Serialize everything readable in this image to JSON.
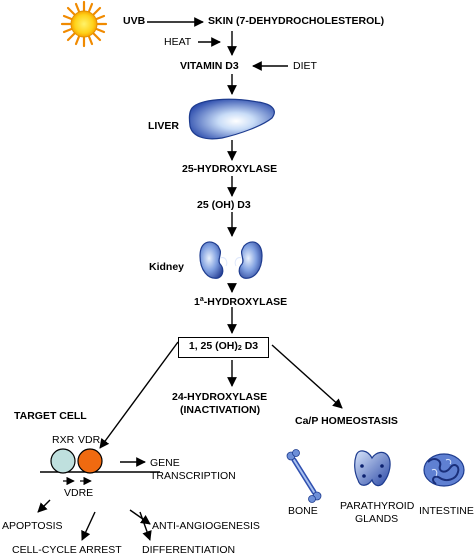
{
  "inputs": {
    "uvb": "UVB",
    "heat": "HEAT",
    "diet": "DIET"
  },
  "chain": {
    "skin": "SKIN (7-DEHYDROCHOLESTEROL)",
    "vitamin_d3": "VITAMIN D3",
    "liver": "LIVER",
    "hydroxylase_25": "25-HYDROXYLASE",
    "oh_d3": "25 (OH) D3",
    "kidney": "Kidney",
    "hydroxylase_1_prefix": "1",
    "hydroxylase_1_sup": "a",
    "hydroxylase_1_suffix": "-HYDROXYLASE",
    "active_prefix": "1, 25 (OH)",
    "active_sub": "2",
    "active_suffix": " D3"
  },
  "branches": {
    "hydroxylase_24": "24-HYDROXYLASE",
    "inactivation": "(INACTIVATION)",
    "homeostasis": "Ca/P HOMEOSTASIS"
  },
  "target_cell": {
    "title": "TARGET CELL",
    "rxr": "RXR",
    "vdr": "VDR",
    "vdre": "VDRE",
    "gene": "GENE",
    "transcription": "TRANSCRIPTION",
    "rxr_color": "#bfe0de",
    "vdr_color": "#f06a10"
  },
  "organs": {
    "bone": "BONE",
    "parathyroid_1": "PARATHYROID",
    "parathyroid_2": "GLANDS",
    "intestine": "INTESTINE"
  },
  "effects": {
    "apoptosis": "APOPTOSIS",
    "cell_cycle": "CELL-CYCLE ARREST",
    "angiogenesis": "ANTI-ANGIOGENESIS",
    "differentiation": "DIFFERENTIATION"
  }
}
